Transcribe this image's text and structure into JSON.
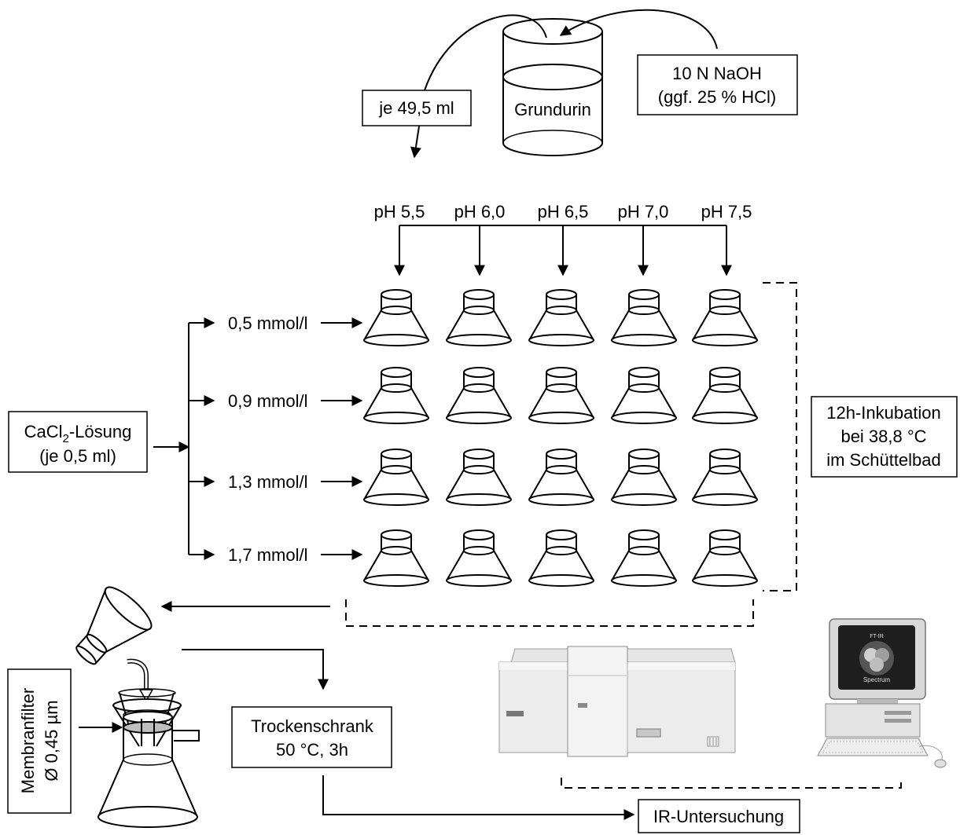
{
  "stock": {
    "beaker_label": "Grundurin",
    "aliquot_label": "je 49,5 ml",
    "adjust_line1": "10 N NaOH",
    "adjust_line2": "(ggf. 25 % HCl)"
  },
  "ph_levels": [
    "pH 5,5",
    "pH 6,0",
    "pH 6,5",
    "pH 7,0",
    "pH 7,5"
  ],
  "calcium": {
    "solution_name": "CaCl",
    "solution_sub": "2",
    "solution_suffix": "-Lösung",
    "solution_amount": "(je 0,5 ml)",
    "concentrations": [
      "0,5 mmol/l",
      "0,9 mmol/l",
      "1,3 mmol/l",
      "1,7 mmol/l"
    ]
  },
  "incubation": {
    "line1": "12h-Inkubation",
    "line2": "bei 38,8 °C",
    "line3": "im Schüttelbad"
  },
  "filter": {
    "line1": "Membranfilter",
    "line2": "Ø 0,45 µm"
  },
  "drying": {
    "line1": "Trockenschrank",
    "line2": "50 °C, 3h"
  },
  "analysis": {
    "label": "IR-Untersuchung"
  },
  "computer_screen": {
    "line1": "FT-IR",
    "line2": "Spectrum"
  }
}
